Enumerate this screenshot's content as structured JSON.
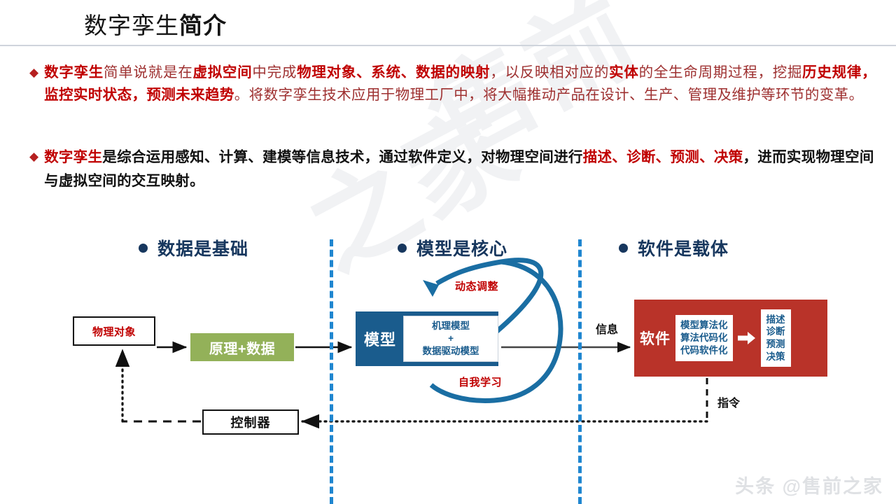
{
  "slide": {
    "title_plain": "数字孪生",
    "title_bold": "简介",
    "watermark_a": "售前",
    "watermark_b": "之家",
    "credit": "头条 @售前之家"
  },
  "bullets": {
    "marker": "◆",
    "p1": [
      {
        "t": "数字孪生",
        "hl": true
      },
      {
        "t": "简单说就是在",
        "hl": false
      },
      {
        "t": "虚拟空间",
        "hl": true
      },
      {
        "t": "中完成",
        "hl": false
      },
      {
        "t": "物理对象、系统、数据的映射",
        "hl": true
      },
      {
        "t": "，以反映相对应的",
        "hl": false
      },
      {
        "t": "实体",
        "hl": true
      },
      {
        "t": "的全生命周期过程，挖掘",
        "hl": false
      },
      {
        "t": "历史规律，监控实时状态，预测未来趋势",
        "hl": true
      },
      {
        "t": "。将数字孪生技术应用于物理工厂中，将大幅推动产品在设计、生产、管理及维护等环节的变革。",
        "hl": false
      }
    ],
    "p2": [
      {
        "t": "数字孪生",
        "hl": true
      },
      {
        "t": "是综合运用感知、计算、建模等信息技术，通过软件定义，对物理空间进行",
        "hl": false
      },
      {
        "t": "描述、诊断、预测、决策",
        "hl": true
      },
      {
        "t": "，进而实现物理空间与虚拟空间的交互映射。",
        "hl": false
      }
    ]
  },
  "diagram": {
    "sections": [
      {
        "label": "数据是基础"
      },
      {
        "label": "模型是核心"
      },
      {
        "label": "软件是载体"
      }
    ],
    "nodes": {
      "physical_object": "物理对象",
      "principle_data": "原理+数据",
      "controller": "控制器",
      "model_label": "模型",
      "model_inner_line1": "机理模型",
      "model_inner_line2": "+",
      "model_inner_line3": "数据驱动模型",
      "software_label": "软件",
      "software_inner_line1": "模型算法化",
      "software_inner_line2": "算法代码化",
      "software_inner_line3": "代码软件化",
      "software_out_line1": "描述",
      "software_out_line2": "诊断",
      "software_out_line3": "预测",
      "software_out_line4": "决策"
    },
    "edge_labels": {
      "dynamic_adjust": "动态调整",
      "self_learning": "自我学习",
      "information": "信息",
      "command": "指令"
    },
    "colors": {
      "divider_blue": "#1f86d0",
      "model_blue": "#1a5c8d",
      "software_red": "#b93329",
      "data_green": "#93b159",
      "heading_navy": "#17375e",
      "accent_red": "#c00000"
    }
  }
}
